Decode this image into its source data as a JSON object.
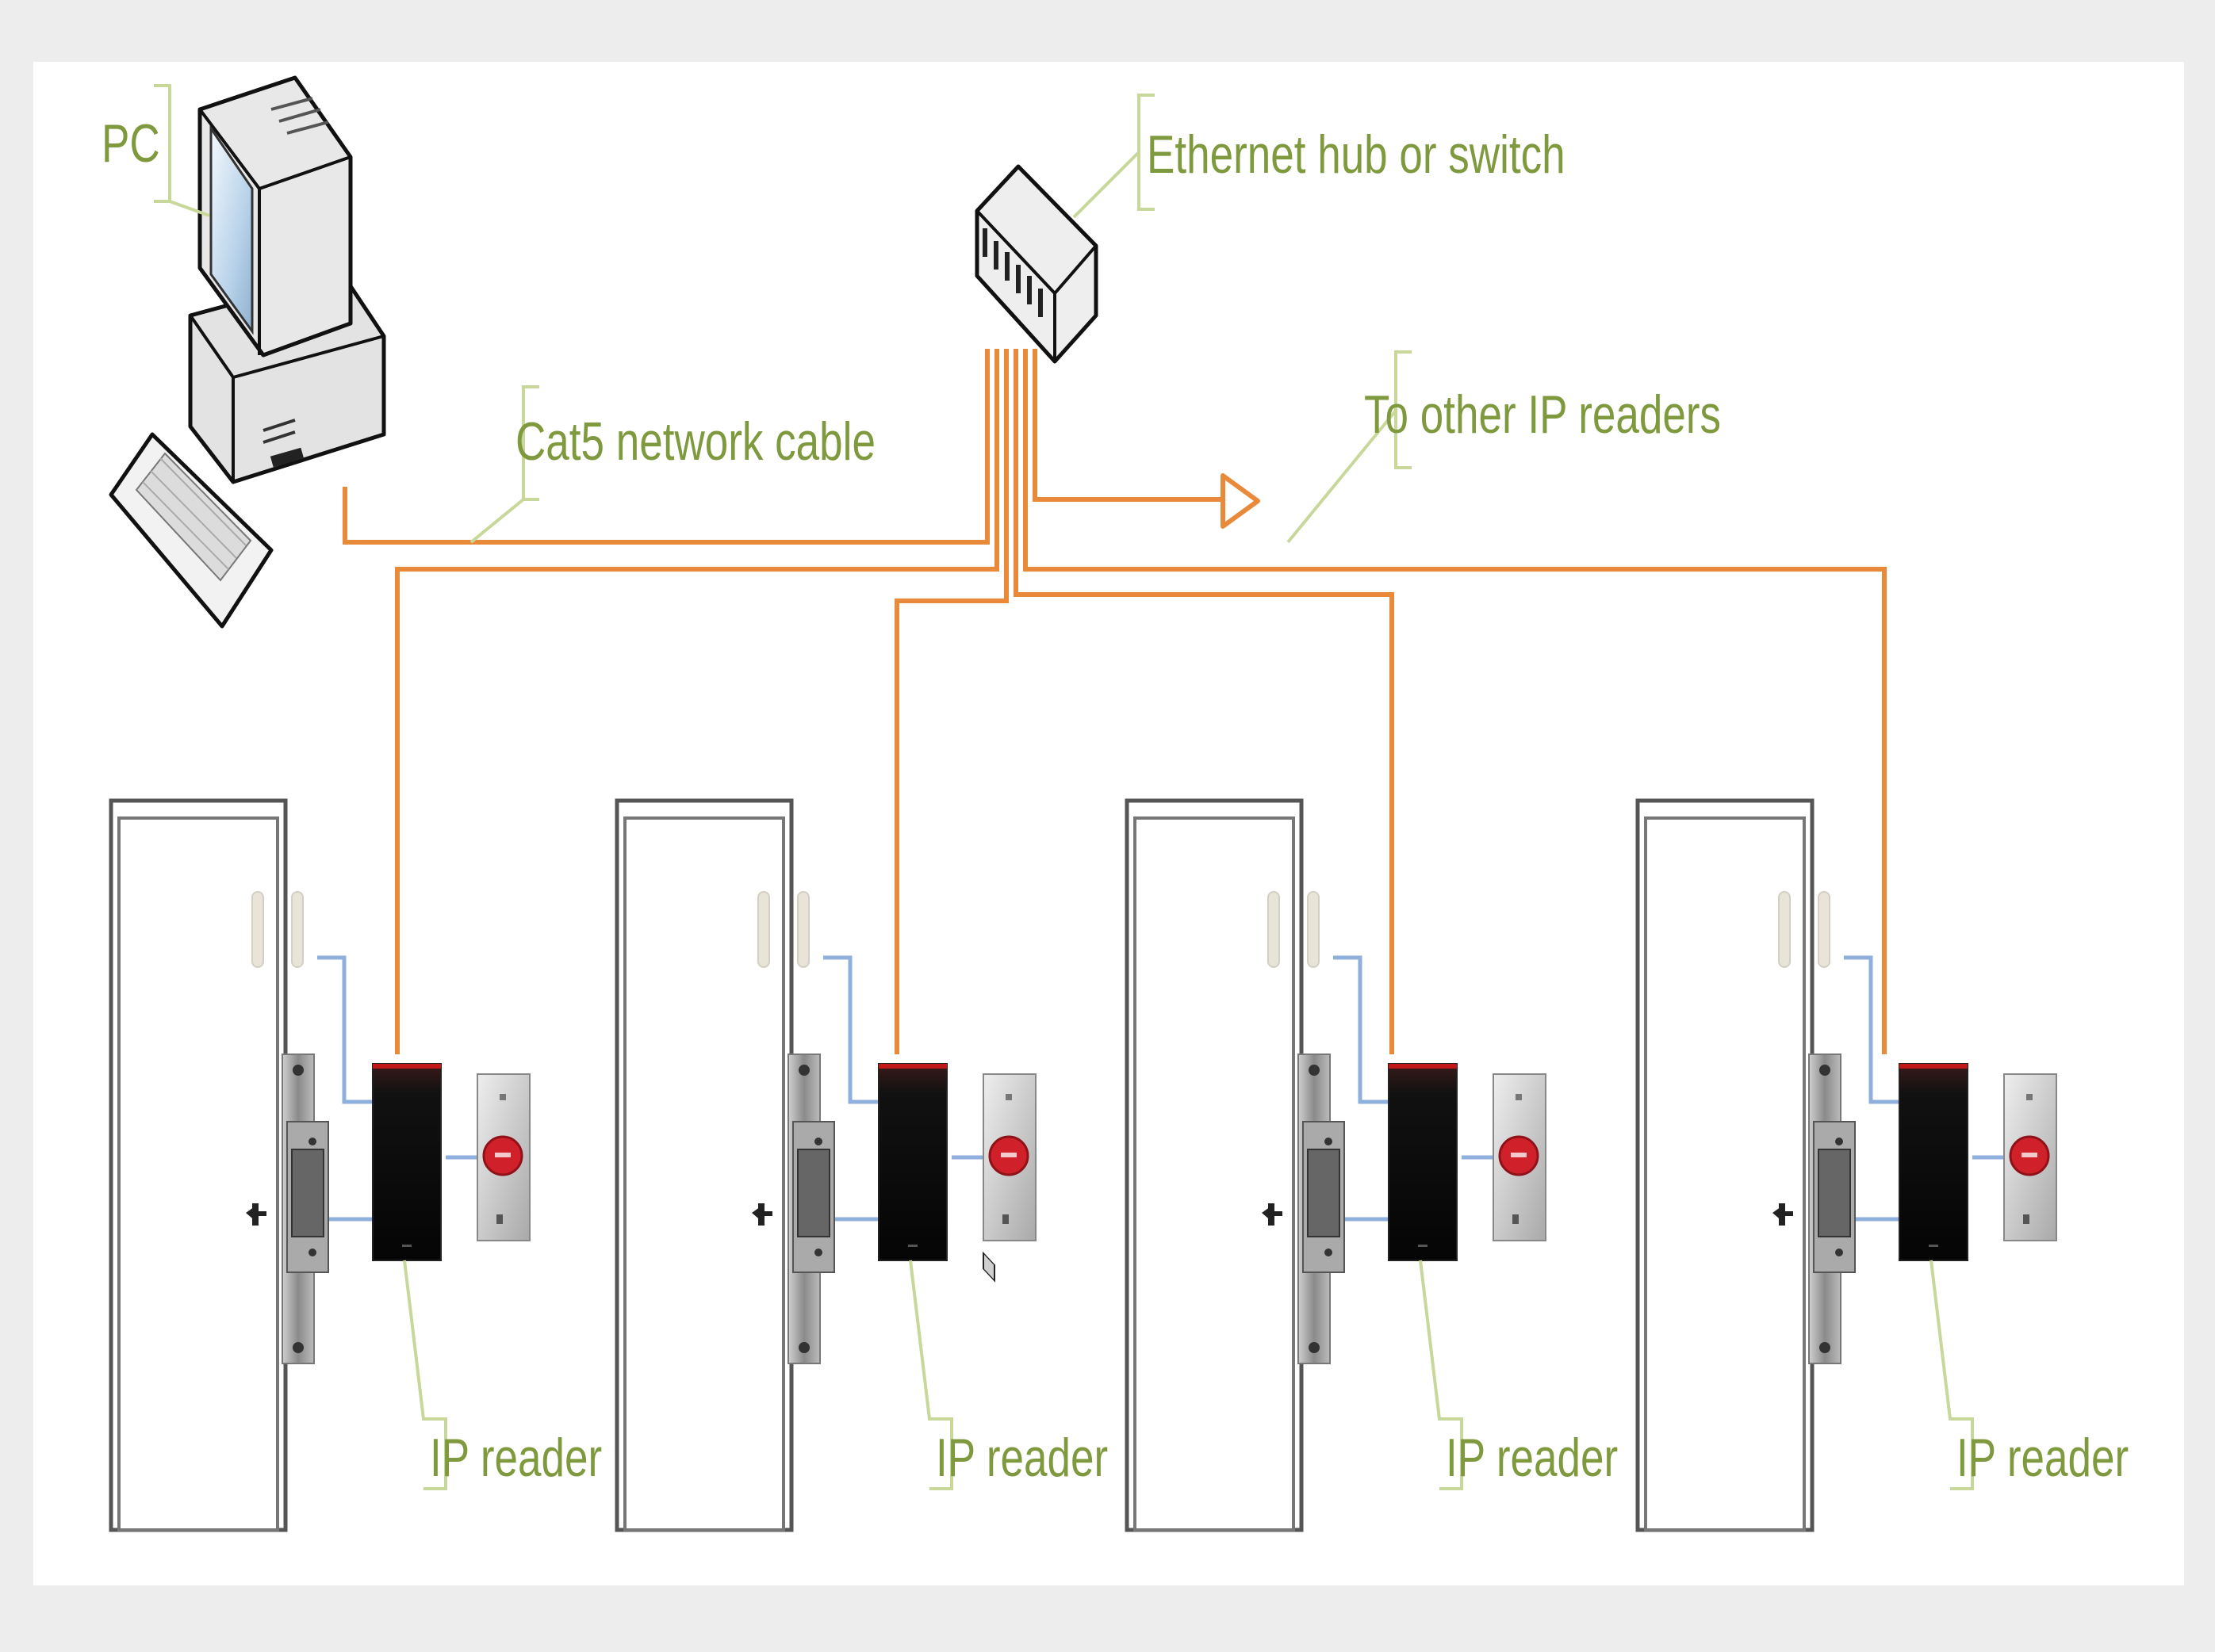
{
  "labels": {
    "pc": "PC",
    "switch": "Ethernet hub or switch",
    "cable": "Cat5 network cable",
    "other": "To other IP readers",
    "reader": "IP reader"
  },
  "colors": {
    "background": "#ededed",
    "canvas": "#ffffff",
    "cable": "#e98a3a",
    "label_text": "#7f9a3e",
    "leader": "#c8d79a",
    "wiring": "#8fb0dc",
    "reader_body": "#111111",
    "exit_button": "#d0202a"
  },
  "icons": [
    "pc-icon",
    "switch-icon",
    "door-icon",
    "door-strike-icon",
    "ip-reader-icon",
    "exit-button-icon",
    "arrow-right-icon"
  ],
  "door_units": [
    {
      "reader_label": "IP reader"
    },
    {
      "reader_label": "IP reader"
    },
    {
      "reader_label": "IP reader"
    },
    {
      "reader_label": "IP reader"
    }
  ]
}
